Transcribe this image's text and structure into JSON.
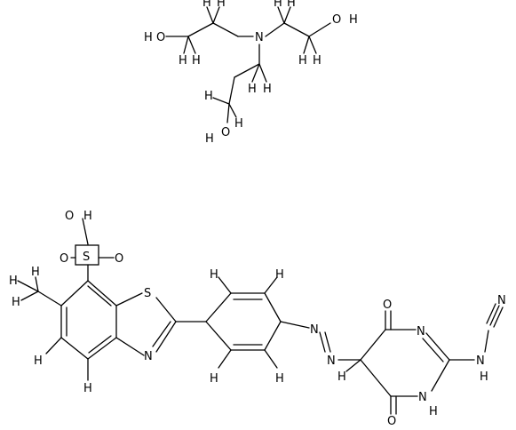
{
  "atoms": {
    "o_ho1": "O",
    "h_ho1": "H",
    "o_oh2": "O",
    "h_oh2": "H",
    "n_amine": "N",
    "o_ho3": "O",
    "h_ho3": "H",
    "h_tea_1": "H",
    "h_tea_2": "H",
    "h_tea_3": "H",
    "h_tea_4": "H",
    "h_tea_5": "H",
    "h_tea_6": "H",
    "h_tea_7": "H",
    "h_tea_8": "H",
    "h_tea_9": "H",
    "h_tea_10": "H",
    "h_tea_11": "H",
    "h_tea_12": "H",
    "o_so3h": "O",
    "h_so3h": "H",
    "o_left": "O",
    "s_sulfonyl": "S",
    "o_right": "O",
    "h_methyl_1": "H",
    "h_methyl_2": "H",
    "h_methyl_3": "H",
    "s_thiazole": "S",
    "n_thiazole": "N",
    "h_benz_1": "H",
    "h_benz_2": "H",
    "h_ph_1": "H",
    "h_ph_2": "H",
    "h_ph_3": "H",
    "h_ph_4": "H",
    "n_azo_1": "N",
    "n_azo_2": "N",
    "o_pyr_top": "O",
    "o_pyr_bottom": "O",
    "n_pyr_top": "N",
    "n_pyr_bottom": "N",
    "h_pyr_nh": "H",
    "h_pyr_c5": "H",
    "n_cyano": "N",
    "h_cyano_nh": "H",
    "n_nitrile": "N"
  }
}
